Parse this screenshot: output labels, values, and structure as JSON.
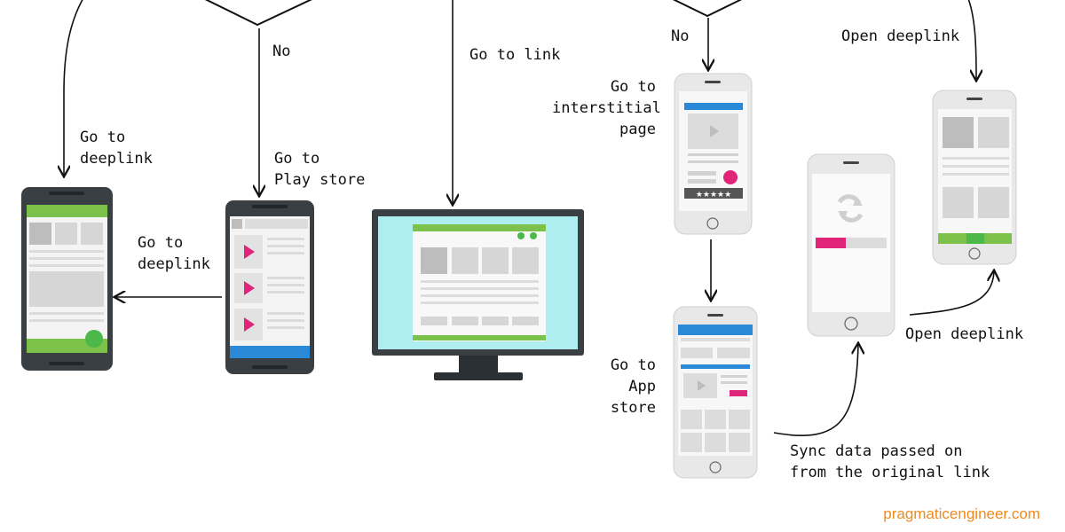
{
  "labels": {
    "no_left": "No",
    "go_to_link": "Go to link",
    "no_right": "No",
    "open_deeplink_top": "Open deeplink",
    "go_to_deeplink_1": "Go to\ndeeplink",
    "go_to_play_store": "Go to\nPlay store",
    "go_to_deeplink_2": "Go to\ndeeplink",
    "go_to_interstitial": "Go to\ninterstitial\npage",
    "go_to_app_store": "Go to\nApp\nstore",
    "sync_data": "Sync data passed on\nfrom the original link",
    "open_deeplink_bottom": "Open deeplink"
  },
  "credit": "pragmaticengineer.com",
  "colors": {
    "android_body": "#3a3f44",
    "green": "#7cc24a",
    "green_dot": "#4cb849",
    "blue": "#2a8ad8",
    "pink": "#e0247a",
    "monitor_screen": "#aeeef0",
    "credit": "#f08a1c",
    "placeholder": "#d6d6d6",
    "iphone_body": "#e8e8e8"
  }
}
